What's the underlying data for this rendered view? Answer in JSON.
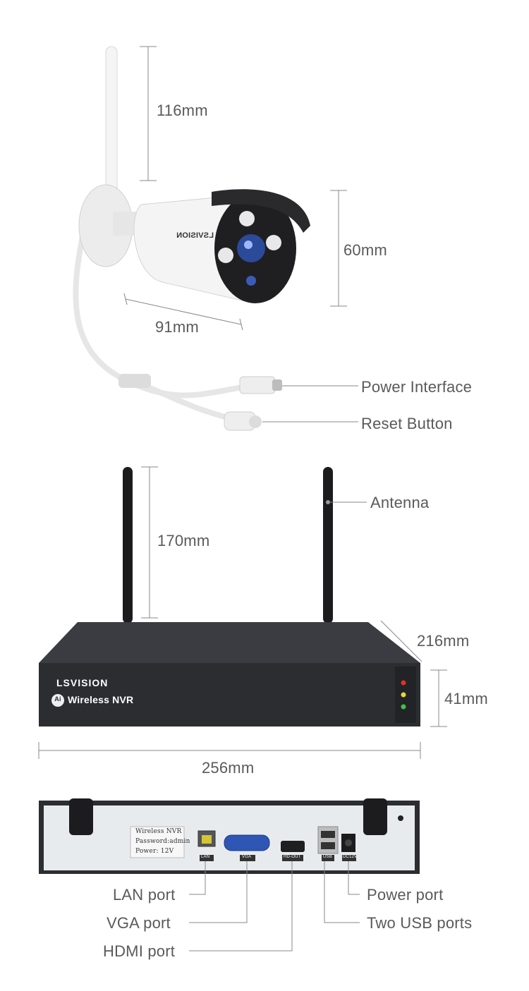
{
  "camera": {
    "brand": "LSVISION",
    "dims": {
      "antenna_height": "116mm",
      "height": "60mm",
      "length": "91mm"
    },
    "callouts": {
      "power": "Power Interface",
      "reset": "Reset Button"
    }
  },
  "nvr": {
    "brand": "LSVISION",
    "model_label": "Wireless NVR",
    "badge": "Ai",
    "dims": {
      "antenna_height": "170mm",
      "depth": "216mm",
      "height": "41mm",
      "width": "256mm"
    },
    "callouts": {
      "antenna": "Antenna"
    }
  },
  "nvr_back": {
    "sticker": [
      "Wireless NVR",
      "Password:admin",
      "Power: 12V"
    ],
    "port_tags": {
      "lan": "LAN",
      "vga": "VGA",
      "hdmi": "HD-OUT",
      "usb": "USB",
      "dc": "DC12V"
    },
    "callouts": {
      "lan": "LAN port",
      "vga": "VGA port",
      "hdmi": "HDMI port",
      "power": "Power port",
      "usb": "Two USB ports"
    }
  },
  "colors": {
    "nvr_body": "#2b2d31",
    "panel": "#e8ebee",
    "camera_body": "#f4f4f4",
    "label_text": "#5a5a5a"
  }
}
